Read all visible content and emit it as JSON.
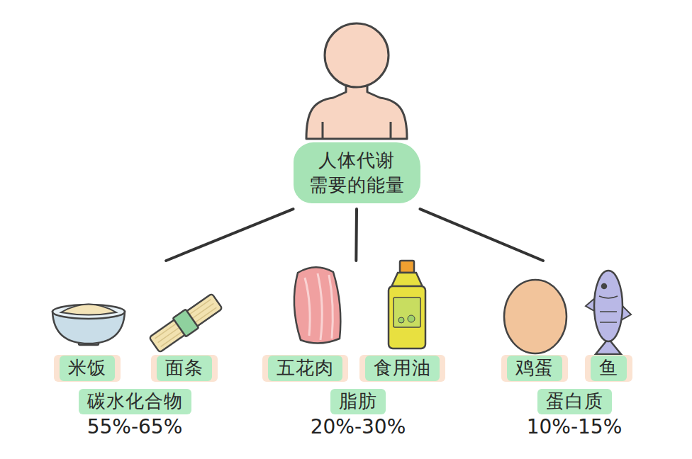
{
  "diagram": {
    "nodes": [
      {
        "text": [
          "人体代谢 需要的能量"
        ]
      },
      {
        "text": [
          "碳水化合物",
          "55%-65%"
        ]
      },
      {
        "text": [
          "米饭"
        ],
        "in": 1
      },
      {
        "text": [
          "面条"
        ],
        "in": 1
      },
      {
        "text": [
          "脂肪",
          "20%-30%"
        ]
      },
      {
        "text": [
          "五花肉"
        ],
        "in": 4
      },
      {
        "text": [
          "食用油"
        ],
        "in": 4
      },
      {
        "text": [
          "蛋白质",
          "10%-15%"
        ]
      },
      {
        "text": [
          "鸡蛋"
        ],
        "in": 7
      },
      {
        "text": [
          "鱼"
        ],
        "in": 7
      }
    ],
    "edges": [
      {
        "from": 0,
        "to": 1,
        "arrow": "none"
      },
      {
        "from": 0,
        "to": 4,
        "arrow": "none"
      },
      {
        "from": 0,
        "to": 7,
        "arrow": "none"
      }
    ]
  }
}
